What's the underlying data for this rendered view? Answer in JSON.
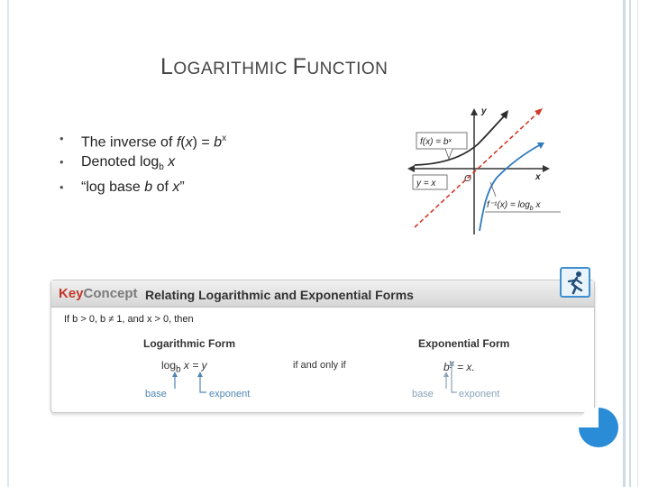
{
  "slide": {
    "title_first_cap": "L",
    "title_first_rest": "OGARITHMIC ",
    "title_second_cap": "F",
    "title_second_rest": "UNCTION",
    "bullets": {
      "b1_pre": "The inverse of ",
      "b1_f": "f",
      "b1_paren_open": "(",
      "b1_x": "x",
      "b1_paren_close": ") = ",
      "b1_b": "b",
      "b1_sup": "x",
      "b2_pre": "Denoted log",
      "b2_sub": "b",
      "b2_x": " x",
      "b3_pre": "“log base ",
      "b3_b": "b",
      "b3_mid": " of ",
      "b3_x": "x",
      "b3_end": "”"
    }
  },
  "graph": {
    "axis_y": "y",
    "axis_x": "x",
    "origin": "O",
    "label_exp": "f(x) = bˣ",
    "label_line": "y = x",
    "label_log": "f⁻¹(x) = log",
    "label_log_sub": "b",
    "label_log_x": " x",
    "colors": {
      "exp_curve": "#2b2b2b",
      "log_curve": "#2f7bbd",
      "line": "#d23a2a"
    }
  },
  "key_concept": {
    "key": "Key",
    "concept": "Concept",
    "heading": "Relating Logarithmic and Exponential Forms",
    "condition": "If b > 0, b ≠ 1, and x > 0, then",
    "log_form_title": "Logarithmic Form",
    "exp_form_title": "Exponential Form",
    "log_eq_log": "log",
    "log_eq_sub": "b",
    "log_eq_rest": " x = y",
    "iff": "if and only if",
    "exp_eq_b": "b",
    "exp_eq_sup": "y",
    "exp_eq_rest": " = x.",
    "base_label": "base",
    "exponent_label": "exponent",
    "accent_color": "#c0392b"
  }
}
